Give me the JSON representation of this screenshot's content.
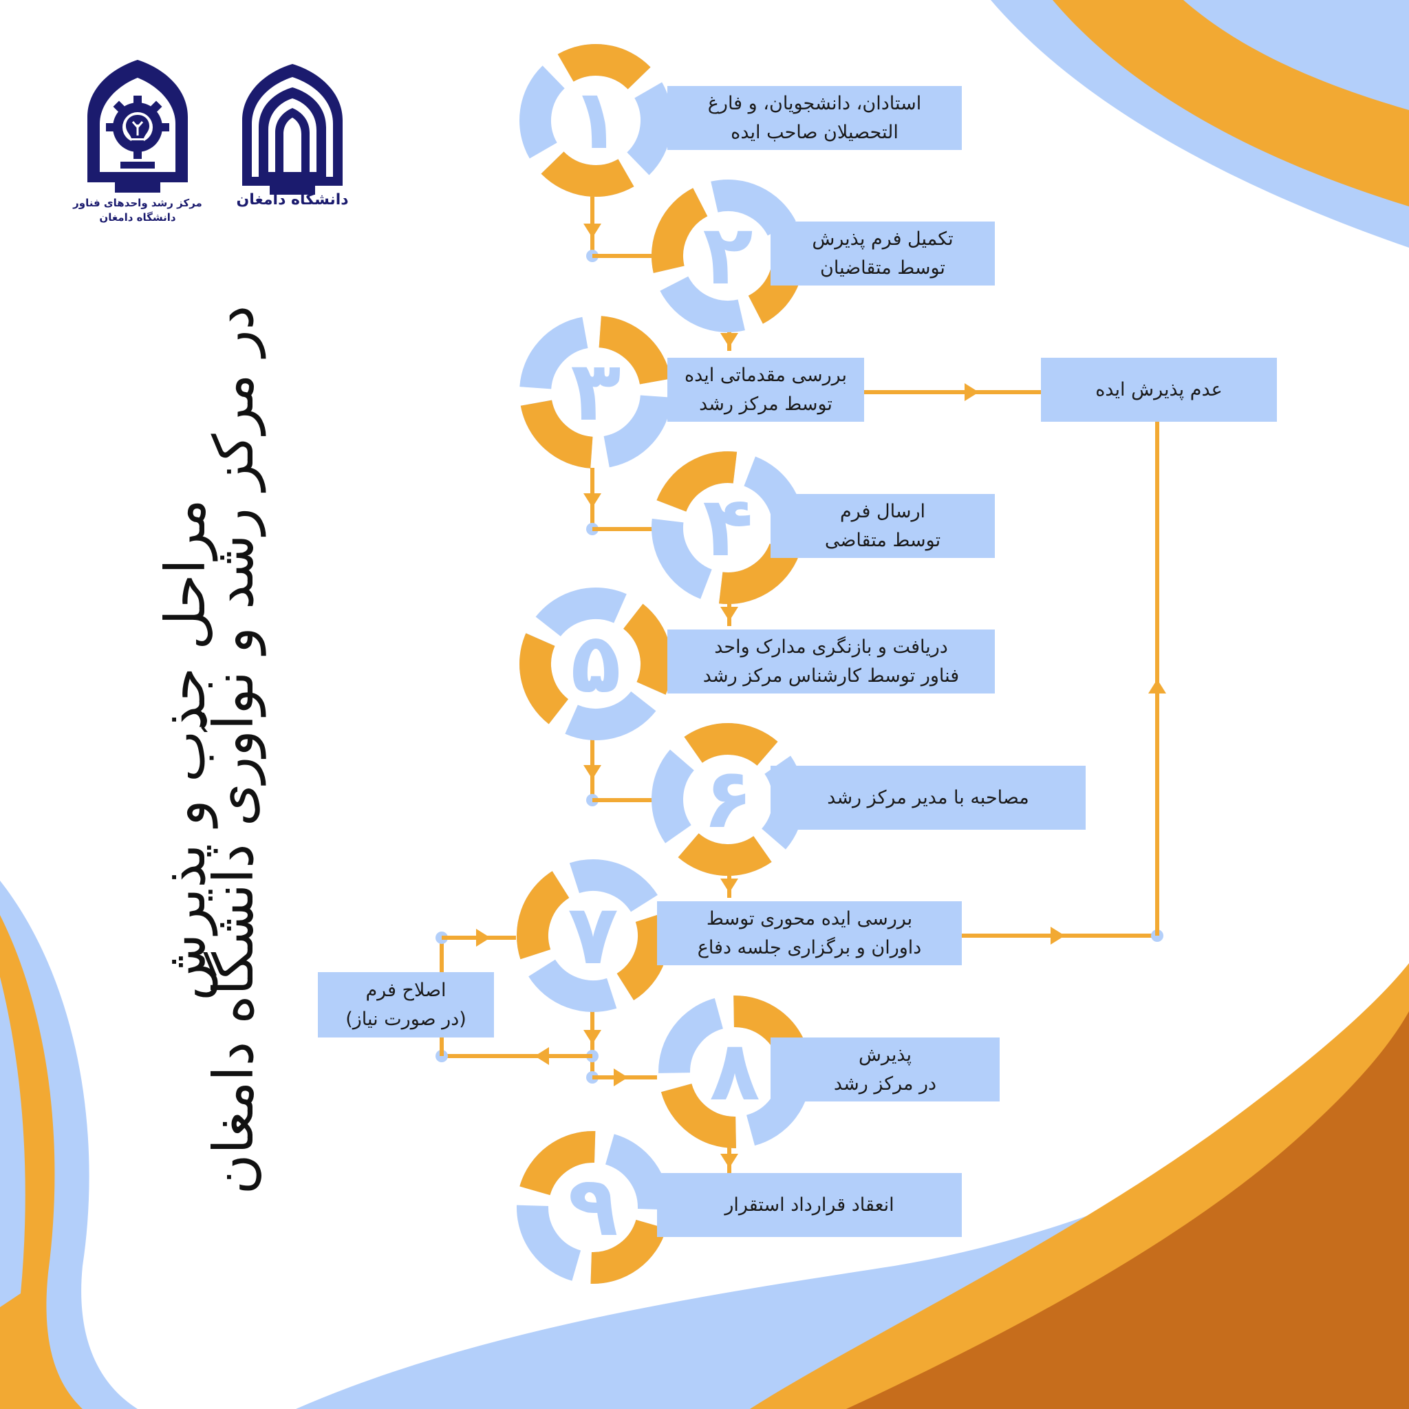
{
  "title": {
    "line1": "مراحل جذب و پذیرش",
    "line2": "در مرکز رشد و نوآوری دانشگاه دامغان"
  },
  "logos": {
    "incubator": {
      "caption": "مرکز رشد واحدهای فناور\nدانشگاه دامغان",
      "icon": "gear-lightbulb-icon"
    },
    "university": {
      "caption": "دانشگاه دامغان",
      "icon": "arch-emblem-icon"
    }
  },
  "steps": [
    {
      "num": "۱",
      "text": "استادان، دانشجویان، و فارغ\nالتحصیلان صاحب ایده"
    },
    {
      "num": "۲",
      "text": "تکمیل فرم پذیرش\nتوسط متقاضیان"
    },
    {
      "num": "۳",
      "text": "بررسی مقدماتی ایده\nتوسط مرکز رشد"
    },
    {
      "num": "۴",
      "text": "ارسال فرم\nتوسط متقاضی"
    },
    {
      "num": "۵",
      "text": "دریافت و بازنگری مدارک واحد\nفناور توسط کارشناس مرکز رشد"
    },
    {
      "num": "۶",
      "text": "مصاحبه با مدیر مرکز رشد"
    },
    {
      "num": "۷",
      "text": "بررسی ایده محوری توسط\nداوران و برگزاری جلسه دفاع"
    },
    {
      "num": "۸",
      "text": "پذیرش\nدر مرکز رشد"
    },
    {
      "num": "۹",
      "text": "انعقاد قرارداد استقرار"
    }
  ],
  "side_boxes": {
    "rejection": "عدم پذیرش ایده",
    "revision": "اصلاح فرم\n(در صورت نیاز)"
  },
  "colors": {
    "orange": "#f2a933",
    "blue": "#b3cffa",
    "dark_orange": "#c66d1c",
    "navy": "#1b1b6e",
    "connector": "#f2a933",
    "dot": "#b3cffa"
  }
}
